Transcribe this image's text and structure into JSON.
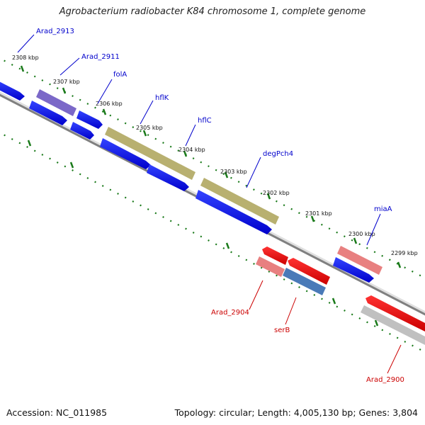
{
  "title": "Agrobacterium radiobacter K84 chromosome 1, complete genome",
  "footer": {
    "accession": "Accession: NC_011985",
    "topology": "Topology: circular; Length: 4,005,130 bp; Genes: 3,804"
  },
  "ticks": [
    {
      "label": "2308 kbp"
    },
    {
      "label": "2307 kbp"
    },
    {
      "label": "2306 kbp"
    },
    {
      "label": "2305 kbp"
    },
    {
      "label": "2304 kbp"
    },
    {
      "label": "2303 kbp"
    },
    {
      "label": "2302 kbp"
    },
    {
      "label": "2301 kbp"
    },
    {
      "label": "2300 kbp"
    },
    {
      "label": "2299 kbp"
    }
  ],
  "gene_labels": [
    {
      "text": "Arad_2913",
      "color": "#0000cc"
    },
    {
      "text": "Arad_2911",
      "color": "#0000cc"
    },
    {
      "text": "folA",
      "color": "#0000cc"
    },
    {
      "text": "hflK",
      "color": "#0000cc"
    },
    {
      "text": "hflC",
      "color": "#0000cc"
    },
    {
      "text": "degPch4",
      "color": "#0000cc"
    },
    {
      "text": "miaA",
      "color": "#0000cc"
    },
    {
      "text": "Arad_2904",
      "color": "#cc0000"
    },
    {
      "text": "serB",
      "color": "#cc0000"
    },
    {
      "text": "Arad_2900",
      "color": "#cc0000"
    }
  ],
  "colors": {
    "cds_blue": "#0000ee",
    "cds_red": "#ee0000",
    "purple": "#7b68c8",
    "olive": "#b8b070",
    "pink": "#e88080",
    "steel_blue": "#4a7ab8",
    "gray": "#c0c0c0",
    "tick_green": "#1a7a1a",
    "backbone": "#808080"
  }
}
